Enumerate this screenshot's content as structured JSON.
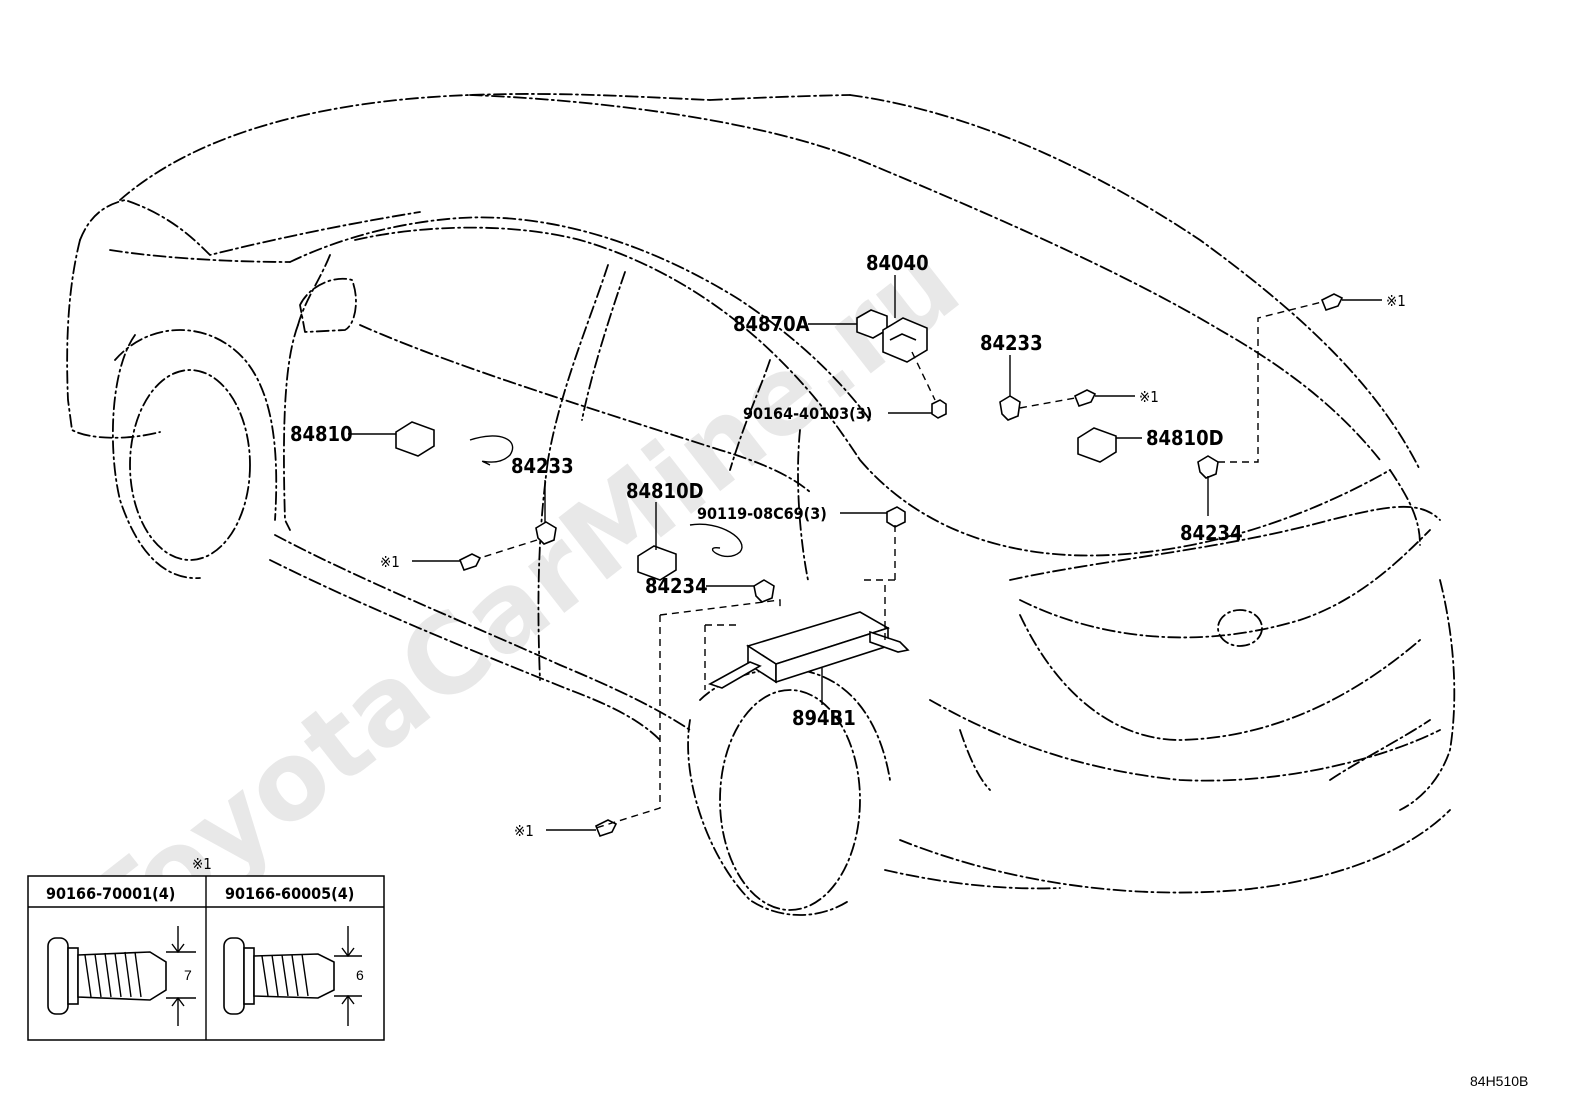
{
  "watermark": "ToyotaCarMine.ru",
  "diagram_code": "84H510B",
  "callout_mark": "※1",
  "parts": [
    {
      "id": "p-84040",
      "number": "84040"
    },
    {
      "id": "p-84870a",
      "number": "84870A"
    },
    {
      "id": "p-84233-top",
      "number": "84233"
    },
    {
      "id": "p-90164",
      "number": "90164-40103(3)"
    },
    {
      "id": "p-84810",
      "number": "84810"
    },
    {
      "id": "p-84233-door",
      "number": "84233"
    },
    {
      "id": "p-84810d-right",
      "number": "84810D"
    },
    {
      "id": "p-84810d-mid",
      "number": "84810D"
    },
    {
      "id": "p-90119",
      "number": "90119-08C69(3)"
    },
    {
      "id": "p-84234-right",
      "number": "84234"
    },
    {
      "id": "p-84234-mid",
      "number": "84234"
    },
    {
      "id": "p-894b1",
      "number": "894B1"
    }
  ],
  "bolt_table": {
    "note_mark": "※1",
    "columns": [
      {
        "part_number": "90166-70001(4)",
        "dimension": "7"
      },
      {
        "part_number": "90166-60005(4)",
        "dimension": "6"
      }
    ]
  }
}
